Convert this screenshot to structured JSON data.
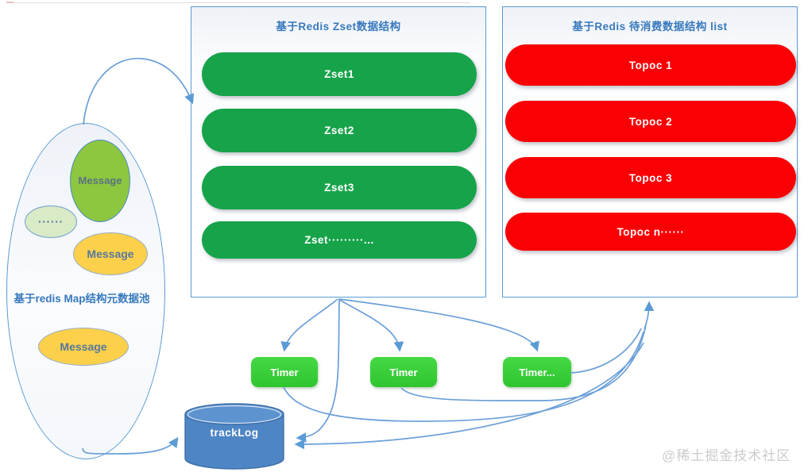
{
  "zset_panel": {
    "title": "基于Redis Zset数据结构",
    "items": [
      "Zset1",
      "Zset2",
      "Zset3",
      "Zset·········..."
    ]
  },
  "topic_panel": {
    "title": "基于Redis 待消费数据结构 list",
    "items": [
      "Topoc 1",
      "Topoc 2",
      "Topoc 3",
      "Topoc n······"
    ]
  },
  "meta_pool": {
    "caption": "基于redis Map结构元数据池",
    "green_message": "Message",
    "dots": "······",
    "yellow_message_1": "Message",
    "yellow_message_2": "Message"
  },
  "timers": [
    "Timer",
    "Timer",
    "Timer..."
  ],
  "database": {
    "label": "trackLog"
  },
  "watermark": "@稀土掘金技术社区",
  "colors": {
    "zset_green": "#17a34a",
    "topic_red": "#fa0005",
    "timer_green": "#35cd35",
    "cylinder_blue": "#4e85c5",
    "connector_blue": "#6b9fd8",
    "panel_border_blue": "#5b9bd5",
    "title_blue": "#3779bd",
    "message_yellow": "#fcd04b",
    "message_green": "#8dc63f",
    "watermark_gray": "#cbcbcb"
  }
}
